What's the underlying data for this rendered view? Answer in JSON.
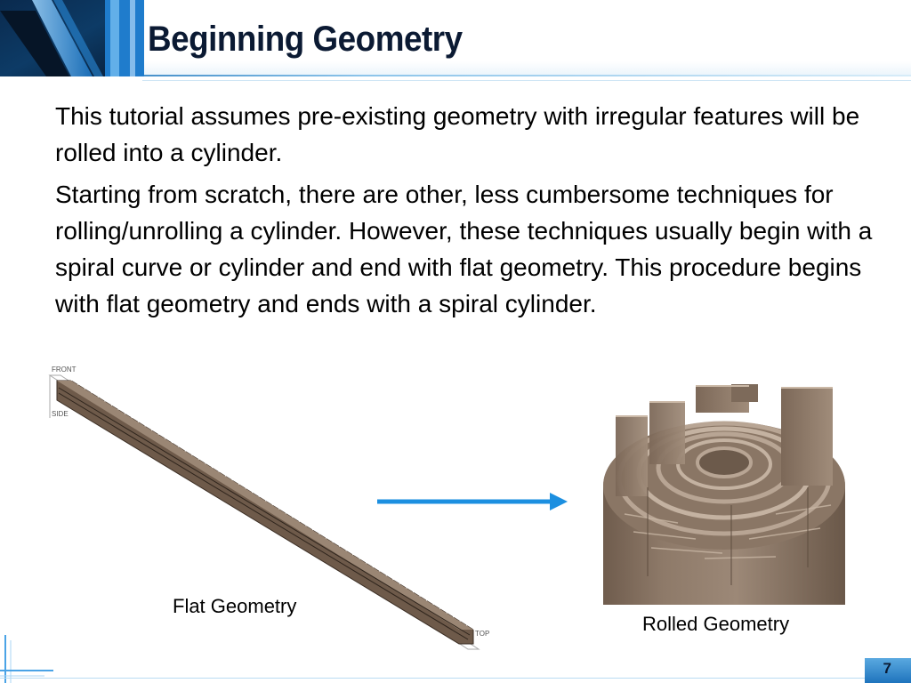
{
  "slide": {
    "title": "Beginning Geometry",
    "paragraphs": [
      "This tutorial assumes pre-existing geometry with irregular features will be rolled into a cylinder.",
      "Starting from scratch, there are other, less cumbersome techniques for rolling/unrolling a cylinder. However, these techniques usually begin with a spiral curve or cylinder  and end with flat geometry. This procedure begins with flat geometry and ends with a spiral cylinder."
    ],
    "view_labels": {
      "front": "FRONT",
      "side": "SIDE",
      "top": "TOP"
    },
    "captions": {
      "flat": "Flat Geometry",
      "rolled": "Rolled Geometry"
    },
    "page_number": "7"
  },
  "colors": {
    "title": "#0b1a33",
    "accent_blue": "#1c8fe0",
    "geometry_brown": "#8a7665"
  },
  "icons": [
    "logo-swoosh",
    "arrow-right-icon",
    "corner-lines"
  ]
}
